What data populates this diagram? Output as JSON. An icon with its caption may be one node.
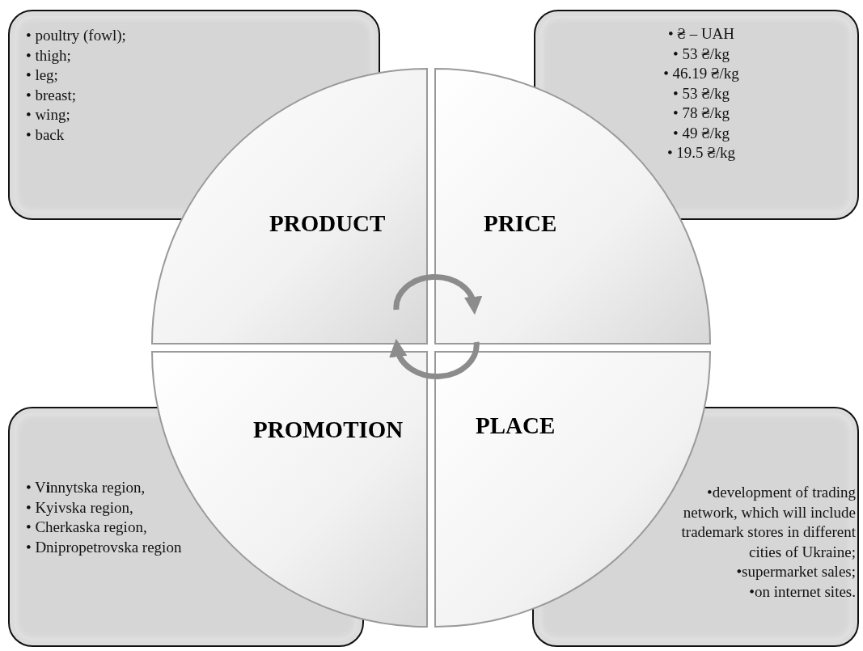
{
  "diagram": {
    "nodes": [
      {
        "text": [
          "• poultry (fowl);",
          "• thigh;",
          "• leg;",
          "• breast;",
          "• wing;",
          "• back"
        ]
      },
      {
        "text": [
          "• ₴ – UAH",
          "• 53 ₴/kg",
          "• 46.19 ₴/kg",
          "• 53 ₴/kg",
          "• 78 ₴/kg",
          "• 49 ₴/kg",
          "• 19.5 ₴/kg"
        ]
      },
      {
        "text": [
          "PRODUCT"
        ]
      },
      {
        "text": [
          "PRICE"
        ]
      },
      {
        "text": [
          "PROMOTION"
        ]
      },
      {
        "text": [
          "PLACE"
        ]
      },
      {
        "text": [
          "• V**i**nnytska region,",
          "• Kyivska region,",
          "• Cherkaska region,",
          "• Dnipropetrovska region"
        ]
      },
      {
        "text": [
          "•development of trading network, which will include trademark stores in different cities of Ukraine;",
          "•supermarket sales;",
          "•on internet sites."
        ]
      }
    ],
    "edges": [
      {
        "from": 2,
        "to": 3,
        "arrow": "to"
      },
      {
        "from": 5,
        "to": 4,
        "arrow": "to"
      }
    ]
  }
}
